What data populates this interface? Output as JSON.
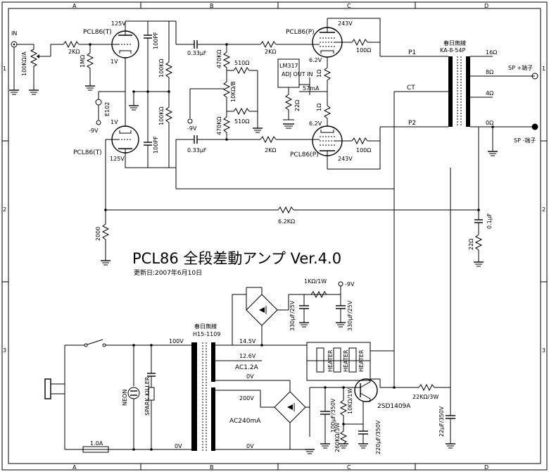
{
  "title": "PCL86 全段差動アンプ Ver.4.0",
  "updated": "更新日:2007年6月10日",
  "grid": {
    "cols": [
      "A",
      "B",
      "C",
      "D"
    ],
    "rows": [
      "1",
      "2",
      "3"
    ]
  },
  "labels": {
    "in": "IN",
    "vol": "100KΩ/A",
    "r_2k_in": "2KΩ",
    "r_1m": "1MΩ",
    "e102": "E102",
    "neg9v_left": "-9V",
    "pcl86t_top": "PCL86(T)",
    "pcl86t_bot": "PCL86(T)",
    "v125_top": "125V",
    "v125_bot": "125V",
    "v1_top": "1V",
    "v1_bot": "1V",
    "c100pf_top": "100PF",
    "c100pf_bot": "100PF",
    "r100k_top": "100KΩ",
    "r100k_bot": "100KΩ",
    "c033_top": "0.33μF",
    "c033_bot": "0.33μF",
    "r470k_top": "470KΩ",
    "r470k_bot": "470KΩ",
    "r510_top": "510Ω",
    "r510_bot": "510Ω",
    "r10kb": "10KΩ/B",
    "neg9v_mid": "-9V",
    "r2k_top": "2KΩ",
    "r2k_bot": "2KΩ",
    "lm317": "LM317",
    "lm317_pins": "ADJ OUT IN",
    "r22": "22Ω",
    "ma57": "57mA",
    "pcl86p_top": "PCL86(P)",
    "pcl86p_bot": "PCL86(P)",
    "v243_top": "243V",
    "v243_bot": "243V",
    "r100_top": "100Ω",
    "r100_bot": "100Ω",
    "v62_top": "6.2V",
    "v62_bot": "6.2V",
    "r1_top": "1Ω",
    "r1_bot": "1Ω",
    "p1": "P1",
    "ct": "CT",
    "p2": "P2",
    "ot_maker": "春日無線",
    "ot_model": "KA-8-54P",
    "tap16": "16Ω",
    "tap8": "8Ω",
    "tap4": "4Ω",
    "tap0": "0Ω",
    "sp_plus": "SP +端子",
    "sp_minus": "SP -端子",
    "r2000": "2000",
    "r62k": "6.2KΩ",
    "c01": "0.1μF",
    "r22b": "22Ω",
    "r1k1w": "1KΩ/1W",
    "neg9v_ps": "-9V",
    "c330a": "330μF/25V",
    "c330b": "330μF/25V",
    "pt_maker": "春日無線",
    "pt_model": "H15-1109",
    "v100": "100V",
    "v14_5": "14.5V",
    "v12_6": "12.6V",
    "ac12": "AC1.2A",
    "v0a": "0V",
    "v200": "200V",
    "ac240": "AC240mA",
    "v0b": "0V",
    "v0c": "0V",
    "heater": "HEATER",
    "neon": "NEON",
    "spark": "SPARK KILLER",
    "fuse": "1.0A",
    "c100uf": "100μF/350V",
    "r260k": "260KΩ/3W",
    "r10k1w": "10KΩ/1W",
    "c220uf": "220μF/350V",
    "tr": "2SD1409A",
    "r22k": "22KΩ/3W",
    "c22uf": "22μF/350V"
  }
}
